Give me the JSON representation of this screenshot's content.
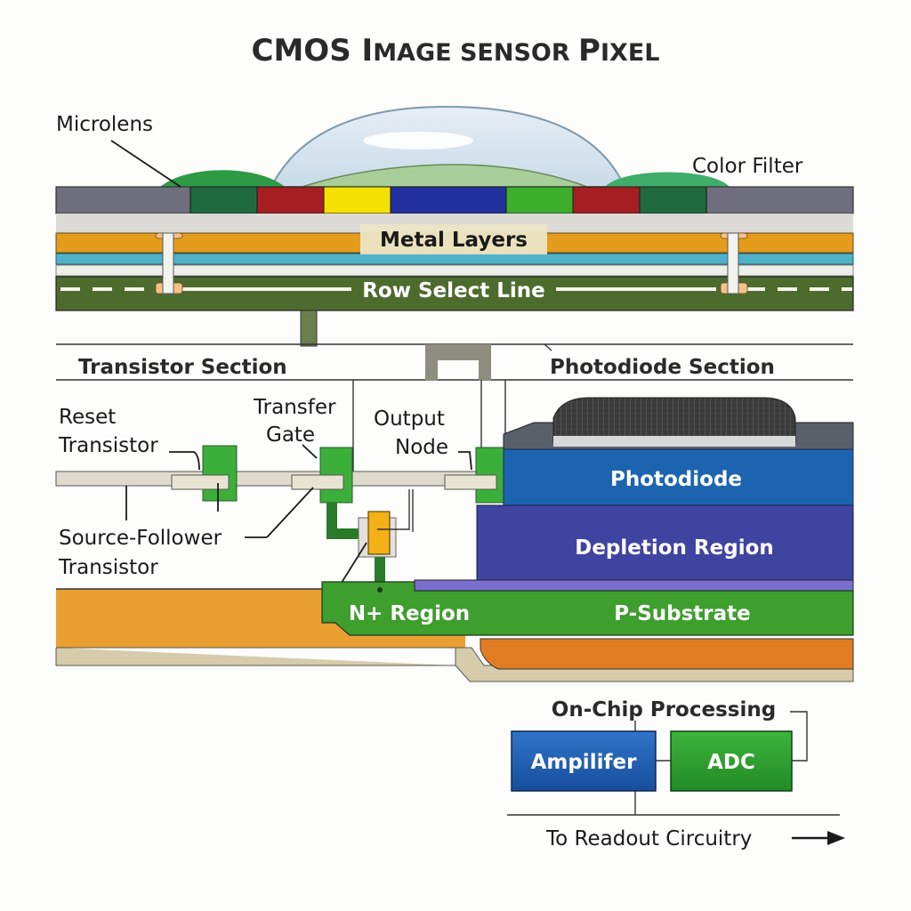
{
  "title": {
    "part1": "CMOS ",
    "part2_cap": "I",
    "part2_rest": "MAGE",
    "part3": " SENSOR ",
    "part4_cap": "P",
    "part4_rest": "IXEL"
  },
  "labels": {
    "microlens": "Microlens",
    "color_filter": "Color Filter",
    "metal_layers": "Metal Layers",
    "row_select_line": "Row Select Line",
    "transistor_section": "Transistor Section",
    "photodiode_section": "Photodiode Section",
    "reset_transistor": [
      "Reset",
      "Transistor"
    ],
    "transfer_gate": [
      "Transfer",
      "Gate"
    ],
    "output_node": [
      "Output",
      "Node"
    ],
    "source_follower": [
      "Source-Follower",
      "Transistor"
    ],
    "photodiode": "Photodiode",
    "depletion_region": "Depletion Region",
    "n_plus_region": "N+ Region",
    "p_substrate": "P-Substrate",
    "on_chip_processing": "On-Chip Processing",
    "amplifier": "Ampilifer",
    "adc": "ADC",
    "to_readout": "To Readout Circuitry"
  },
  "color_filter_segments": [
    {
      "name": "green-dark",
      "color": "#1f6b3f"
    },
    {
      "name": "red",
      "color": "#a51f22"
    },
    {
      "name": "yellow",
      "color": "#f5e000"
    },
    {
      "name": "blue",
      "color": "#2330a0"
    },
    {
      "name": "green",
      "color": "#3cae2c"
    },
    {
      "name": "red",
      "color": "#a51f22"
    },
    {
      "name": "green-dark",
      "color": "#1f6b3f"
    }
  ],
  "colors": {
    "metal_orange": "#e59c1c",
    "metal_cyan": "#4fb2c8",
    "row_select_green": "#4e6b2e",
    "photodiode_blue": "#1d64b0",
    "depletion_purple": "#3f44a0",
    "p_substrate_green": "#3e9e2e",
    "substrate_orange": "#e8922a",
    "amplifier_blue": "#1d5db3",
    "adc_green": "#2e9a2e"
  }
}
